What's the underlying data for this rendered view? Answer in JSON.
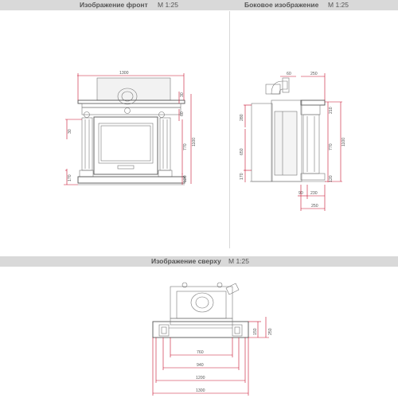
{
  "headers": {
    "front_title": "Изображение фронт",
    "front_scale": "М 1:25",
    "side_title": "Боковое изображение",
    "side_scale": "М 1:25",
    "top_title": "Изображение сверху",
    "top_scale": "М 1:25"
  },
  "front_dims": {
    "width": "1300",
    "top_30": "30",
    "d60": "60",
    "d30": "30",
    "h770": "770",
    "h1100": "1100",
    "h170": "170",
    "h120": "120"
  },
  "side_dims": {
    "d60": "60",
    "d250": "250",
    "d280": "280",
    "d650": "650",
    "d170": "170",
    "d210": "210",
    "d770": "770",
    "d1100": "1100",
    "d120": "120",
    "d90": "90",
    "d230": "230",
    "d250b": "250"
  },
  "top_dims": {
    "d760": "760",
    "d940": "940",
    "d1200": "1200",
    "d1300": "1300",
    "d150": "150",
    "d250": "250"
  }
}
